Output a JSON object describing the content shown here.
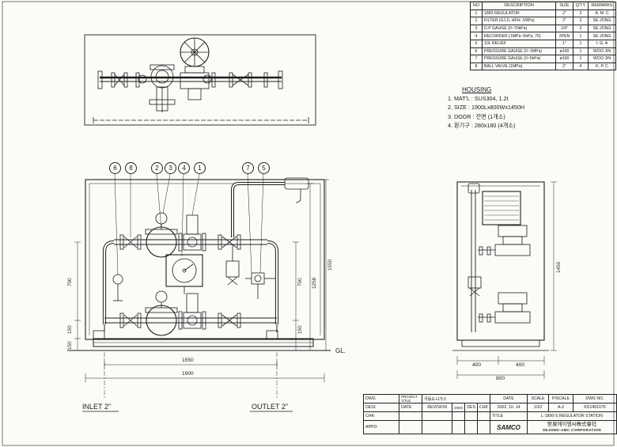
{
  "bom": {
    "headers": [
      "NO",
      "DESCRIPTION",
      "SIZE",
      "Q'TY",
      "REMARKS"
    ],
    "rows": [
      [
        "1",
        "1883 REGULATOR",
        "2\"",
        "2",
        "A. M. C"
      ],
      [
        "2",
        "FILTER (G1.5, HFH: 1MPa)",
        "2\"",
        "2",
        "SE JONG"
      ],
      [
        "3",
        "D.P GAUGE (0~70kPa)",
        "1/4\"",
        "2",
        "SE JONG"
      ],
      [
        "4",
        "RECORDER (1MPa~5kPa, 70)",
        "2PEN",
        "1",
        "SE JONG"
      ],
      [
        "5",
        "10L RELIEF",
        "1\"",
        "1",
        "I. G. A"
      ],
      [
        "6",
        "PRESSURE GAUGE (0~1MPa)",
        "ø100",
        "1",
        "WOO JIN"
      ],
      [
        "7",
        "PRESSURE GAUGE (0~5kPa)",
        "ø100",
        "1",
        "WOO JIN"
      ],
      [
        "8",
        "BALL VALVE (1MPa)",
        "2\"",
        "4",
        "K. P. C"
      ]
    ]
  },
  "housing": {
    "title": "HOUSING",
    "items": [
      "1. MAT'L : SUS304, 1.2t",
      "2. SIZE : 1900Lx800Wx1450H",
      "3. DOOR : 전면 (1개소)",
      "4. 환기구 : 280x180 (4개소)"
    ]
  },
  "balloons": [
    "6",
    "8",
    "2",
    "3",
    "4",
    "1",
    "7",
    "5"
  ],
  "dimensions": {
    "w1550": "1550",
    "w1900": "1900",
    "h700a": "700",
    "h150a": "150",
    "h150b": "150",
    "h700b": "700",
    "h150c": "150",
    "h1258": "1258",
    "h1550": "1550",
    "s400a": "400",
    "s400b": "400",
    "s800": "800",
    "s1450": "1450",
    "gl": "GL."
  },
  "labels": {
    "inlet": "INLET 2\"",
    "outlet": "OUTLET 2\""
  },
  "title_block": {
    "dwg": "DWG",
    "project_title_label": "PROJECT\nTITLE",
    "project": "극동도시가스",
    "date_label": "DATE",
    "scale_label": "SCALE",
    "pscale_label": "P/SCALE",
    "dwgno_label": "DWG NO.",
    "desi": "DESI:",
    "chk": "CHK:",
    "appd": "APPD:",
    "rev_date": "DATE",
    "revision": "REVISION",
    "des": "DES",
    "chk2": "CHK",
    "date": "2002. 10. 14",
    "scale": "1/10",
    "pscale": "A-2",
    "dwgno": "KD1401076",
    "title_label": "TITLE",
    "title": "L-1800-S REGULATOR STATION",
    "company": "世泉에이엠씨株式會社",
    "company_en": "SEJONG-AMC CORPORATION",
    "logo": "SAMCO"
  },
  "colors": {
    "ink": "#1b1b1b",
    "paper": "#fbfbf8"
  }
}
